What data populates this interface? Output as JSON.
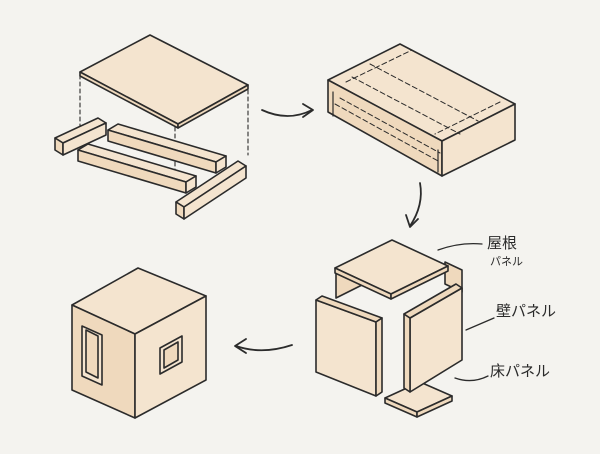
{
  "labels": {
    "roof_panel_line1": "屋根",
    "roof_panel_line2": "パネル",
    "wall_panel": "壁パネル",
    "floor_panel": "床パネル"
  },
  "colors": {
    "background": "#f4f3ef",
    "panel_fill": "#f4e4cf",
    "panel_side": "#efd9bd",
    "stroke": "#2b2b2b"
  }
}
